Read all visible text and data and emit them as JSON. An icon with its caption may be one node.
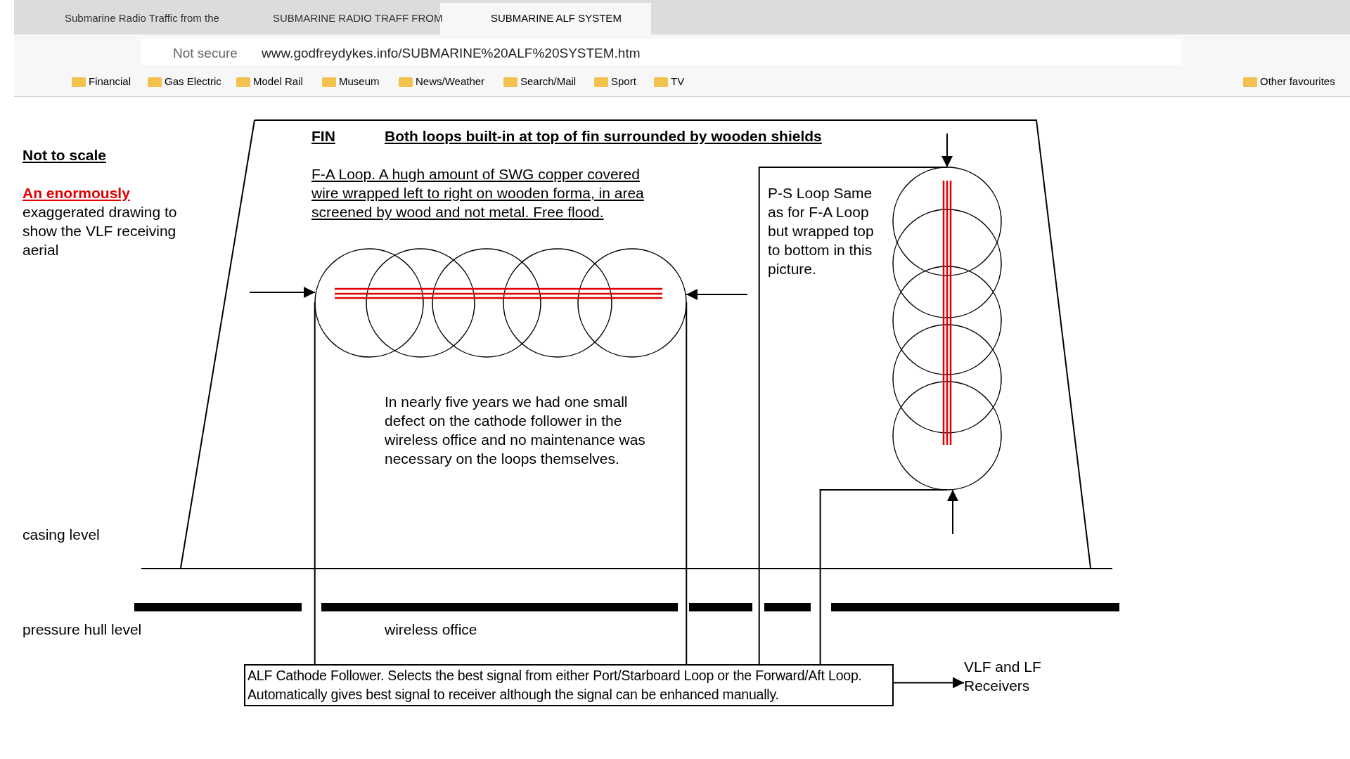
{
  "diagram": {
    "nodes": [
      {
        "text": [],
        "shape": "circle"
      },
      {
        "text": [],
        "shape": "circle"
      },
      {
        "text": [
          "ALF Cathode Follower. Selects the best signal from either Port/Starboard Loop or the Forward/Aft Loop. Automatically gives best signal to receiver although the signal can be enhanced manually."
        ]
      },
      {
        "text": [
          "VLF and LF Receivers"
        ]
      }
    ],
    "edges": [
      {
        "from": 0,
        "to": 2,
        "arrow": "none"
      },
      {
        "from": 0,
        "to": 2,
        "arrow": "none"
      },
      {
        "from": 1,
        "to": 2,
        "arrow": "none"
      },
      {
        "from": 1,
        "to": 2,
        "arrow": "none"
      },
      {
        "from": 2,
        "to": 3,
        "arrow": "to"
      },
      {
        "from": null,
        "to": 0,
        "arrow": "to"
      },
      {
        "from": null,
        "to": 0,
        "arrow": "to"
      },
      {
        "from": null,
        "to": 1,
        "arrow": "to"
      },
      {
        "from": null,
        "to": 1,
        "arrow": "to"
      }
    ],
    "labels": [
      "Submarine Radio Traffic from the",
      "SUBMARINE RADIO TRAFF FROM",
      "SUBMARINE ALF SYSTEM",
      "Not secure",
      "www.godfreydykes.info/SUBMARINE%20ALF%20SYSTEM.htm",
      "Financial",
      "Gas Electric",
      "Model Rail",
      "Museum",
      "News/Weather",
      "Search/Mail",
      "Sport",
      "TV",
      "Other favourites",
      "Not to scale",
      "An enormously",
      "exaggerated drawing to show the VLF receiving aerial",
      "FIN",
      "Both loops built-in at top of fin surrounded by wooden shields",
      "F-A Loop. A hugh amount of SWG copper covered wire wrapped left to right on wooden forma, in area screened by wood and not metal. Free flood.",
      "P-S Loop Same as for F-A Loop but wrapped top to bottom in this picture.",
      "In nearly five years we had one small defect on the cathode follower in the wireless office and no maintenance was necessary on the loops themselves.",
      "casing level",
      "pressure hull level",
      "wireless office"
    ]
  }
}
